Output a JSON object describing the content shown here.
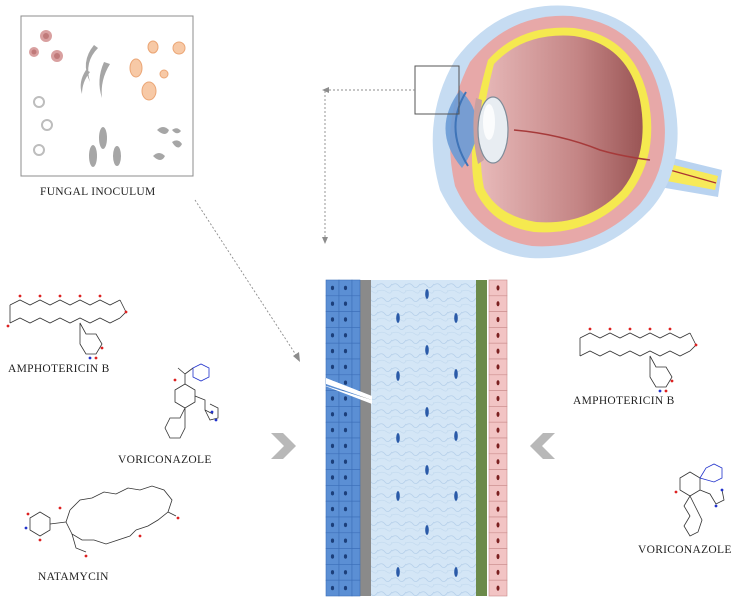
{
  "inoculum": {
    "label": "FUNGAL INOCULUM"
  },
  "left_drugs": [
    {
      "name": "AMPHOTERICIN B"
    },
    {
      "name": "VORICONAZOLE"
    },
    {
      "name": "NATAMYCIN"
    }
  ],
  "right_drugs": [
    {
      "name": "AMPHOTERICIN B"
    },
    {
      "name": "VORICONAZOLE"
    }
  ],
  "colors": {
    "epithelium": "#5b8fd4",
    "bowman": "#8a8a8a",
    "stroma": "#cfe3f4",
    "descemet": "#6b8a4a",
    "endothelium": "#f2c4c4",
    "arrow": "#b8b8b8",
    "eye_sclera": "#c98b8b",
    "retina": "#f2e34a"
  }
}
